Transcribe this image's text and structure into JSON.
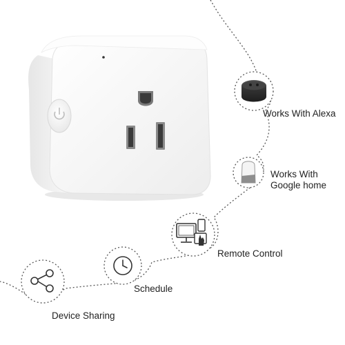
{
  "features": [
    {
      "id": "alexa",
      "label": "Works With Alexa",
      "icon": "echo-speaker-icon"
    },
    {
      "id": "google",
      "label_line1": "Works With",
      "label_line2": "Google home",
      "icon": "google-home-icon"
    },
    {
      "id": "remote",
      "label": "Remote Control",
      "icon": "devices-icon"
    },
    {
      "id": "schedule",
      "label": "Schedule",
      "icon": "clock-icon"
    },
    {
      "id": "sharing",
      "label": "Device Sharing",
      "icon": "share-icon"
    }
  ],
  "product": {
    "icon": "smart-plug-icon",
    "button_icon": "power-icon"
  },
  "colors": {
    "line": "#555555",
    "plug_body": "#f7f7f7",
    "plug_shadow": "#d6d6d6",
    "text": "#222222"
  }
}
